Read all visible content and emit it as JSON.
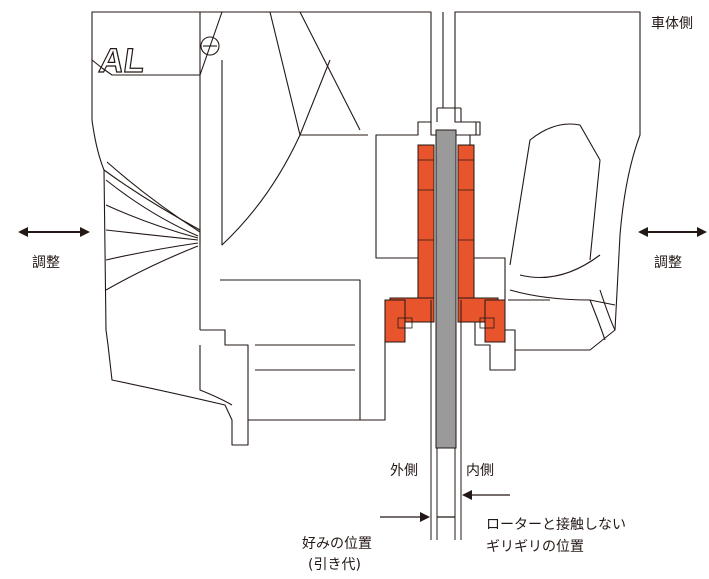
{
  "labels": {
    "body_side": "車体側",
    "adjust_left": "調整",
    "adjust_right": "調整",
    "outer_side": "外側",
    "inner_side": "内側",
    "preferred_position": "好みの位置",
    "allowance": "(引き代)",
    "rotor_edge_line1": "ローターと接触しない",
    "rotor_edge_line2": "ギリギリの位置"
  },
  "logo_text": "AL",
  "colors": {
    "line": "#231815",
    "brake_pad": "#e8542c",
    "rotor": "#9a9a9a",
    "background": "#ffffff"
  }
}
